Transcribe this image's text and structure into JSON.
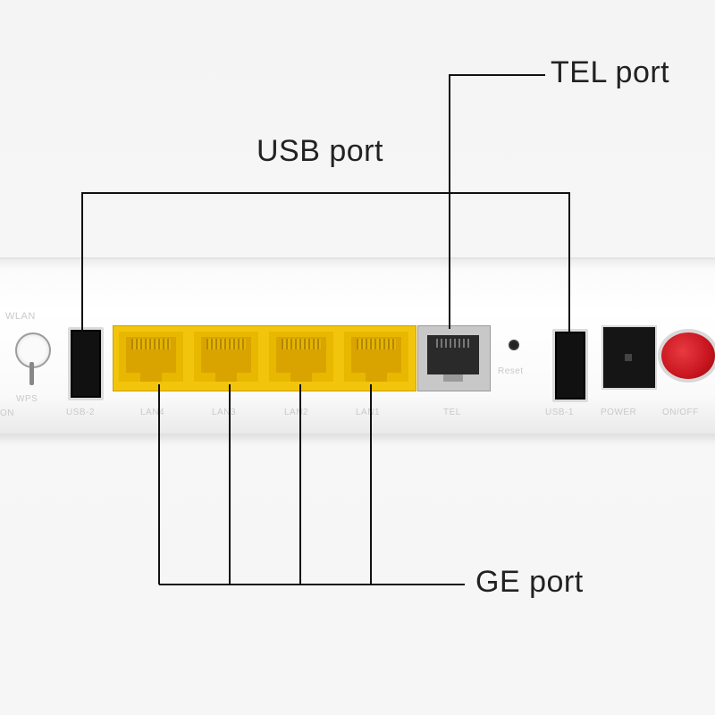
{
  "callouts": {
    "tel": "TEL port",
    "usb": "USB port",
    "ge": "GE port"
  },
  "device_labels": {
    "wlan": "WLAN",
    "wps": "WPS",
    "on_left": "ON",
    "usb2": "USB-2",
    "lan4": "LAN4",
    "lan3": "LAN3",
    "lan2": "LAN2",
    "lan1": "LAN1",
    "tel": "TEL",
    "reset": "Reset",
    "usb1": "USB-1",
    "power": "POWER",
    "onoff": "ON/OFF"
  },
  "colors": {
    "lan_yellow": "#f2c50c",
    "button_red": "#c8151f",
    "leader_line": "#111111"
  }
}
